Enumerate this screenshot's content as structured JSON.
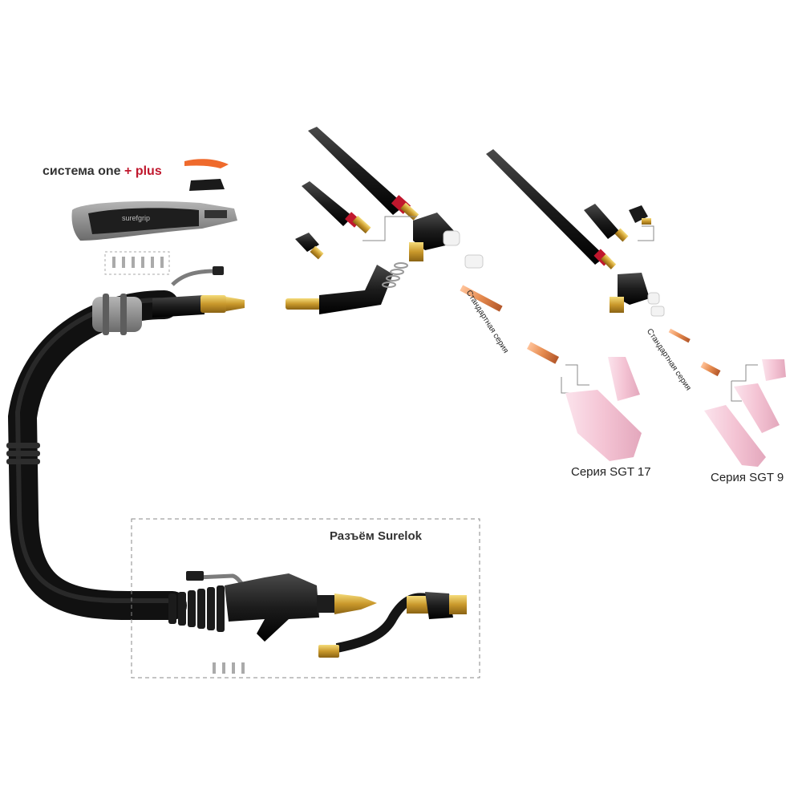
{
  "labels": {
    "system_one": "система one",
    "plus_sign": "+",
    "plus_word": "plus",
    "handle_brand": "surefgrip",
    "connector": "Разъём Surelok",
    "series_sgt17": "Серия SGT 17",
    "series_sgt9": "Серия SGT 9",
    "standard_series_17": "Стандартная серия",
    "standard_series_9": "Стандартная серия"
  },
  "colors": {
    "accent": "#c0172d",
    "cable": "#1b1b1b",
    "brass": "#d4a838",
    "copper": "#e58a4e",
    "ceramic": "#f4c4d4",
    "grip_grey": "#8f8f8f",
    "orange_part": "#ef6a2c"
  }
}
